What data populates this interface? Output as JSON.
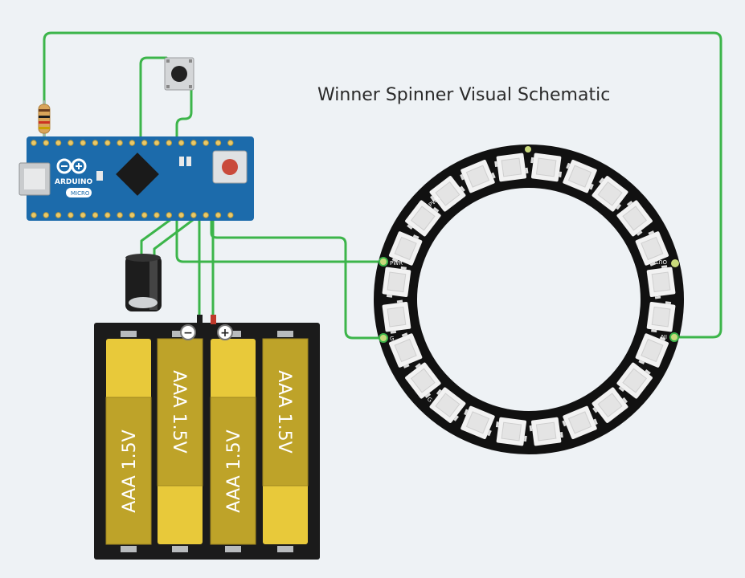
{
  "title": "Winner Spinner Visual Schematic",
  "colors": {
    "background": "#eef2f5",
    "wire": "#3cb54a",
    "arduino_board": "#1c6bab",
    "battery_cell": "#e8c93a",
    "ring": "#111111",
    "led": "#f4f4f4"
  },
  "arduino": {
    "brand": "ARDUINO",
    "model": "MICRO"
  },
  "neopixel_ring": {
    "led_count": 24,
    "pins": {
      "pwr_top": "PWR",
      "pwr_left": "PWR",
      "gnd": "G",
      "gnd_lower": "G",
      "out": "OUT",
      "in": "IN"
    }
  },
  "battery_pack": {
    "terminals": {
      "negative": "−",
      "positive": "+"
    },
    "cells": [
      {
        "label": "AAA 1.5V"
      },
      {
        "label": "AAA 1.5V"
      },
      {
        "label": "AAA 1.5V"
      },
      {
        "label": "AAA 1.5V"
      }
    ]
  },
  "icons": [
    "resistor-icon",
    "pushbutton-icon",
    "capacitor-icon",
    "microcontroller-chip-icon",
    "usb-port-icon",
    "reset-button-icon"
  ]
}
